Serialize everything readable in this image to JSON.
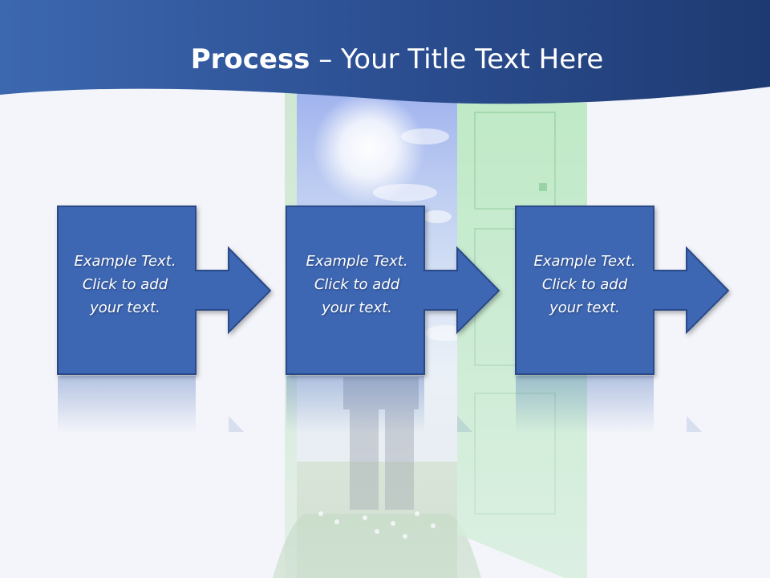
{
  "slide": {
    "title_bold": "Process",
    "title_rest": " – Your Title Text Here"
  },
  "steps": [
    {
      "line1": "Example Text.",
      "line2": "Click  to add",
      "line3": "your text."
    },
    {
      "line1": "Example Text.",
      "line2": "Click  to add",
      "line3": "your text."
    },
    {
      "line1": "Example Text.",
      "line2": "Click  to add",
      "line3": "your text."
    }
  ],
  "colors": {
    "header_dark": "#1e3a72",
    "header_light": "#3c68b0",
    "step_fill": "#3d66b3",
    "step_stroke": "#2a4a88",
    "door": "#b4e6bc"
  },
  "background_image": "open-door-to-meadow"
}
